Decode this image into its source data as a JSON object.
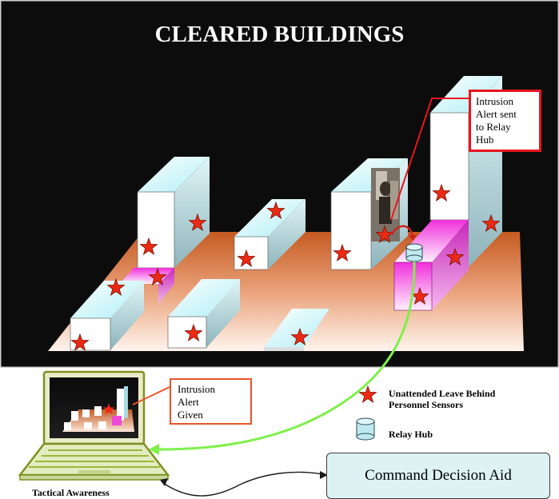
{
  "title": "CLEARED BUILDINGS",
  "callouts": {
    "relay_alert": "Intrusion\nAlert sent\nto Relay\nHub",
    "alert_given": "Intrusion\nAlert\nGiven"
  },
  "legend": {
    "sensor_label": "Unattended Leave Behind\nPersonnel Sensors",
    "hub_label": "Relay Hub",
    "sensor_icon": "red-star-icon",
    "hub_icon": "cylinder-icon"
  },
  "command_box": "Command Decision Aid",
  "laptop_label": "Tactical Awareness",
  "colors": {
    "background": "#0c0c0c",
    "sensor_star": "#ec2a14",
    "alert_border": "#e8141e",
    "link_arrow": "#7ef04a",
    "alert_highlight": "#f050e0",
    "hub_fill": "#bfe9f0"
  }
}
